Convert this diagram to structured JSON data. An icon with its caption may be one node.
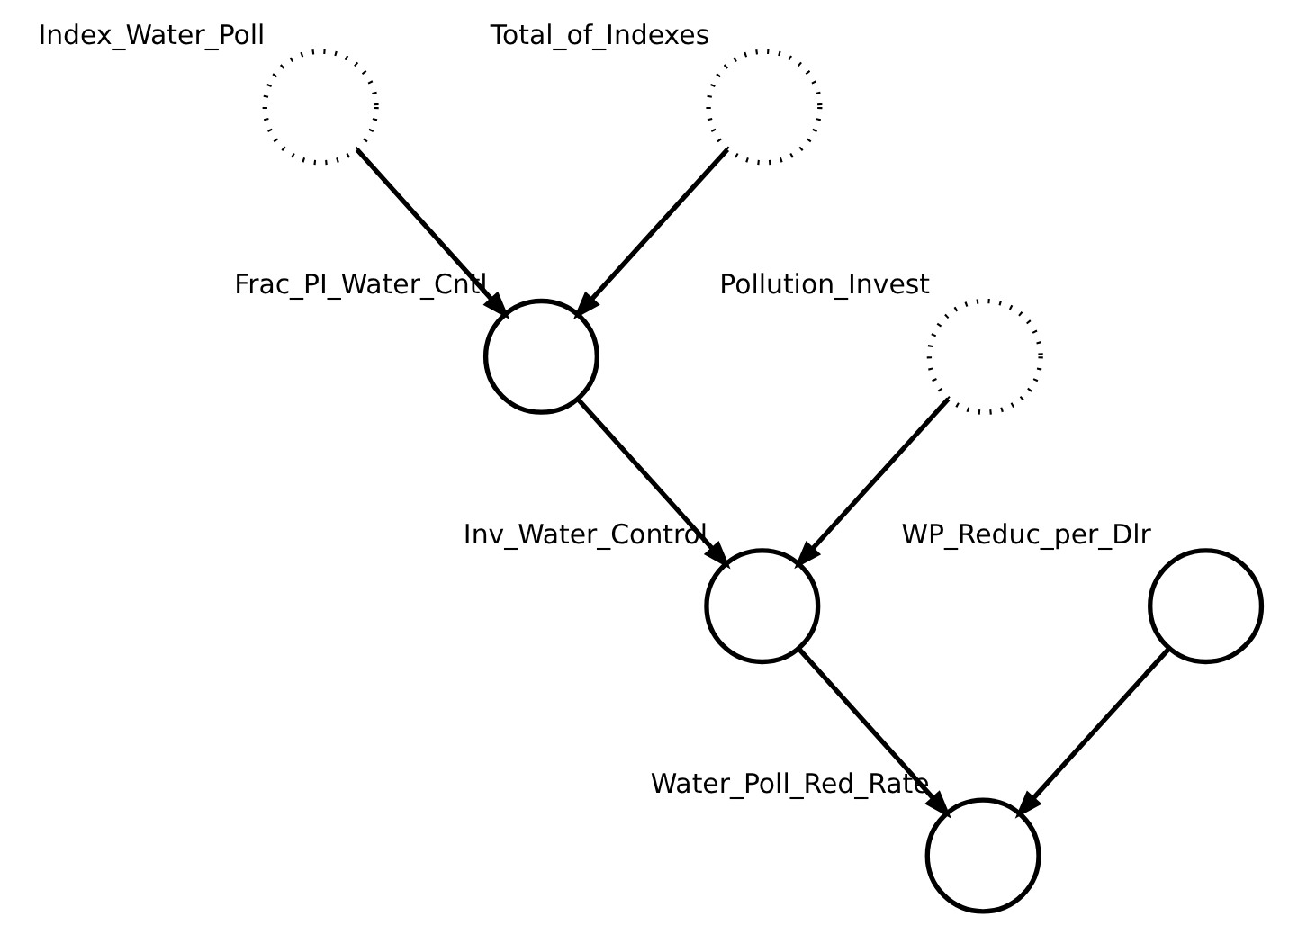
{
  "diagram": {
    "nodes": [
      {
        "text": [
          "Index_Water_Poll"
        ]
      },
      {
        "text": [
          "Total_of_Indexes"
        ]
      },
      {
        "text": [
          "Frac_PI_Water_Cntl"
        ]
      },
      {
        "text": [
          "Pollution_Invest"
        ]
      },
      {
        "text": [
          "Inv_Water_Control"
        ]
      },
      {
        "text": [
          "WP_Reduc_per_Dlr"
        ]
      },
      {
        "text": [
          "Water_Poll_Red_Rate"
        ]
      }
    ],
    "edges": [
      {
        "from": 0,
        "to": 2,
        "arrow": "to"
      },
      {
        "from": 1,
        "to": 2,
        "arrow": "to"
      },
      {
        "from": 2,
        "to": 4,
        "arrow": "to"
      },
      {
        "from": 3,
        "to": 4,
        "arrow": "to"
      },
      {
        "from": 4,
        "to": 6,
        "arrow": "to"
      },
      {
        "from": 5,
        "to": 6,
        "arrow": "to"
      }
    ]
  }
}
